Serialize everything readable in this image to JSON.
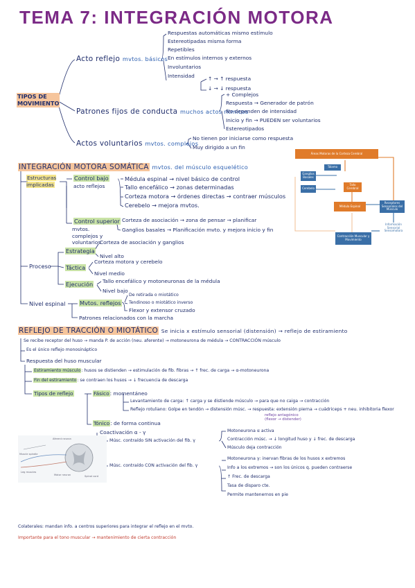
{
  "title": "TEMA 7: INTEGRACIÓN MOTORA",
  "tipos": {
    "label": "TIPOS DE MOVIMIENTO",
    "reflejo": {
      "label": "Acto reflejo",
      "desc": "mvtos. básicos",
      "items": [
        "Respuestas automáticas mismo estímulo",
        "Estereotipadas misma forma",
        "Repetibles",
        "En estímulos internos y externos",
        "Involuntarios",
        "Intensidad"
      ],
      "intensidad": [
        "↑ → ↑ respuesta",
        "↓ → ↓ respuesta"
      ]
    },
    "patrones": {
      "label": "Patrones fijos de conducta",
      "desc": "muchos actos rítmicos",
      "items": [
        "+ Complejos",
        "Respuesta → Generador de patrón",
        "No dependen de intensidad",
        "Inicio y fin → PUEDEN ser voluntarios",
        "Estereotipados"
      ]
    },
    "voluntarios": {
      "label": "Actos voluntarios",
      "desc": "mvtos. complejos",
      "items": [
        "No tienen por iniciarse como respuesta",
        "Muy dirigido a un fin"
      ]
    }
  },
  "integracion": {
    "title": "INTEGRACIÓN MOTORA SOMÁTICA",
    "subtitle": "mvtos. del músculo esquelético",
    "estructuras": "Estructuras implicadas",
    "control_bajo": "Control bajo",
    "actos_reflejos": "acto reflejos",
    "bajo_items": [
      "Médula espinal → nivel básico de control",
      "Tallo encefálico → zonas determinadas",
      "Corteza motora → órdenes directas → contraer músculos",
      "Cerebelo → mejora mvtos."
    ],
    "control_superior": "Control superior",
    "superior_desc": "mvtos. complejos y voluntarios",
    "superior_items": [
      "Corteza de asociación → zona de pensar → planificar",
      "Ganglios basales → Planificación mvto. y mejora inicio y fin"
    ],
    "proceso": "Proceso",
    "estrategia": "Estrategia",
    "estrategia_items": [
      "Corteza de asociación y ganglios",
      "Nivel alto"
    ],
    "tactica": "Táctica",
    "tactica_items": [
      "Corteza motora y cerebelo",
      "Nivel medio"
    ],
    "ejecucion": "Ejecución",
    "ejecucion_items": [
      "Tallo encefálico y motoneuronas de la médula",
      "Nivel bajo"
    ],
    "nivel_espinal": "Nivel espinal",
    "mvtos_reflejos": "Mvtos. reflejos",
    "mvtos_items": [
      "De retirada o miotático",
      "Tendinoso o miotático inverso",
      "Flexor y extensor cruzado"
    ],
    "patrones_marcha": "Patrones relacionados con la marcha"
  },
  "diagram": {
    "top": "Áreas Motoras de la Corteza Cerebral",
    "talamo": "Tálamo",
    "ganglios": "Ganglios Basales",
    "cerebelo": "Cerebelo",
    "tallo": "Tallo Cerebral",
    "medula": "Médula Espinal",
    "receptores": "Receptores Sensoriales del Músculo",
    "info": "Información Sensorial Sensomotora",
    "contraccion": "Contracción Muscular y Movimiento",
    "colors": {
      "orange": "#e07b2a",
      "blue": "#3a6fa7",
      "light": "#f2c29a"
    }
  },
  "reflejo_traccion": {
    "title": "REFLEJO DE TRACCIÓN O MIOTÁTICO",
    "title_desc": "Se inicia x estímulo sensorial (distensión) → reflejo de estiramiento",
    "lines": [
      "Se recibe receptor del huso → manda P. de acción (neu. aferente) → motoneurona de médula → CONTRACCIÓN músculo",
      "Es el único reflejo monosináptico",
      "Respuesta del huso muscular"
    ],
    "estiramiento_label": "Estiramiento músculo",
    "estiramiento": ": husos se distienden → estimulación de fib. fibras → ↑ frec. de carga → α-motoneurona",
    "fin_label": "Fin del estiramiento",
    "fin": ": se contraen los husos → ↓ frecuencia de descarga",
    "tipos_label": "Tipos de reflejo",
    "fasico_label": "Fásico",
    "fasico": ": momentáneo",
    "fasico_items": [
      "Levantamiento de carga: ↑ carga y se distiende músculo → para que no caiga → contracción",
      "Reflejo rotuliano: Golpe en tendón → distensión músc. → respuesta: extensión pierna → cuádriceps + neu. inhibitoria flexor"
    ],
    "reflejo_note": "reflejo antagónico (flexor → distender)",
    "tonico_label": "Tónico",
    "tonico": ": de forma continua",
    "coactivacion": "Coactivación α - γ",
    "sin_label": "Músc. contraído SIN activación del fib. γ",
    "sin_items": [
      "Motoneurona α activa",
      "Contracción músc. → ↓ longitud huso y ↓ frec. de descarga",
      "Músculo deja contracción"
    ],
    "con_label": "Músc. contraído CON activación del fib. γ",
    "con_items": [
      "Motoneurona γ: inervan fibras de los husos x extremos",
      "Info a los extremos → son los únicos q. pueden contraerse",
      "↑ Frec. de descarga",
      "Tasa de disparo cte.",
      "Permite mantenernos en pie"
    ],
    "illus_labels": [
      "Aferent neuron",
      "Muscle spindle",
      "Motor neuron",
      "Leg muscles",
      "Spinal cord"
    ]
  },
  "footer": [
    "Colaterales: mandan info. a centros superiores para integrar el reflejo en el mvto.",
    "Importante para el tono muscular → mantenimiento de cierta contracción"
  ]
}
